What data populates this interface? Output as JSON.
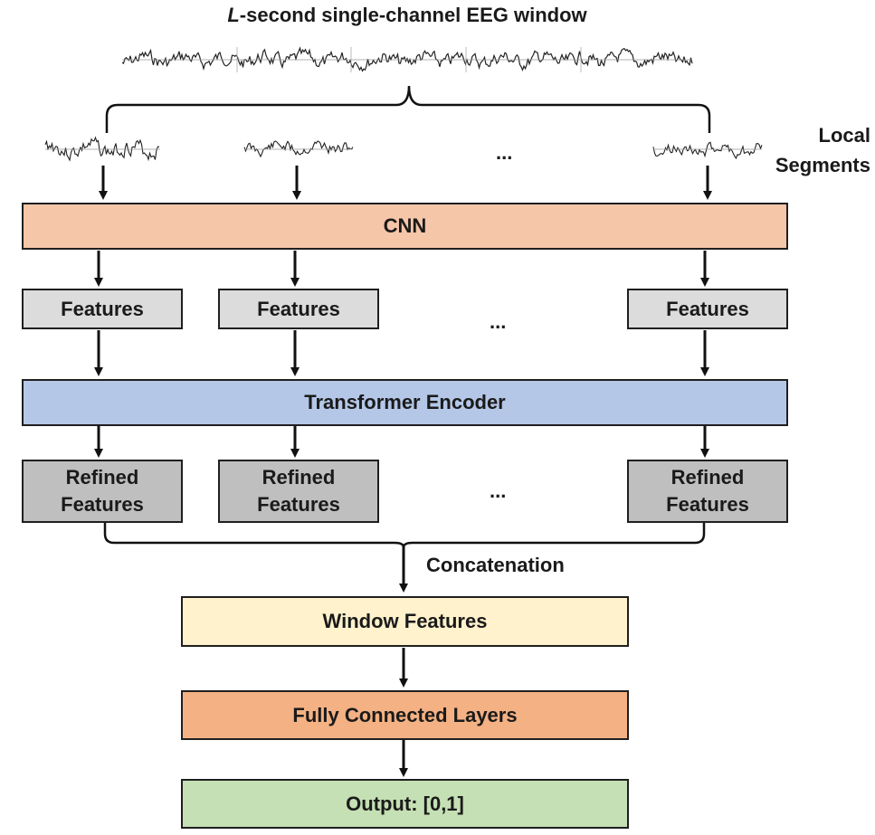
{
  "title_italic": "L",
  "title_rest": "-second single-channel EEG window",
  "local_segments_label": "Local\nSegments",
  "cnn_label": "CNN",
  "features_labels": [
    "Features",
    "Features",
    "Features"
  ],
  "transformer_label": "Transformer Encoder",
  "refined_labels": [
    "Refined\nFeatures",
    "Refined\nFeatures",
    "Refined\nFeatures"
  ],
  "ellipsis": "...",
  "concatenation_label": "Concatenation",
  "window_features_label": "Window Features",
  "fc_label": "Fully Connected Layers",
  "output_label": "Output: [0,1]",
  "colors": {
    "cnn": "#f6c6a9",
    "features": "#dcdcdc",
    "transformer": "#b4c7e7",
    "refined": "#bfbfbf",
    "window_features": "#fff2cc",
    "fc": "#f4b183",
    "output": "#c5e0b4"
  }
}
